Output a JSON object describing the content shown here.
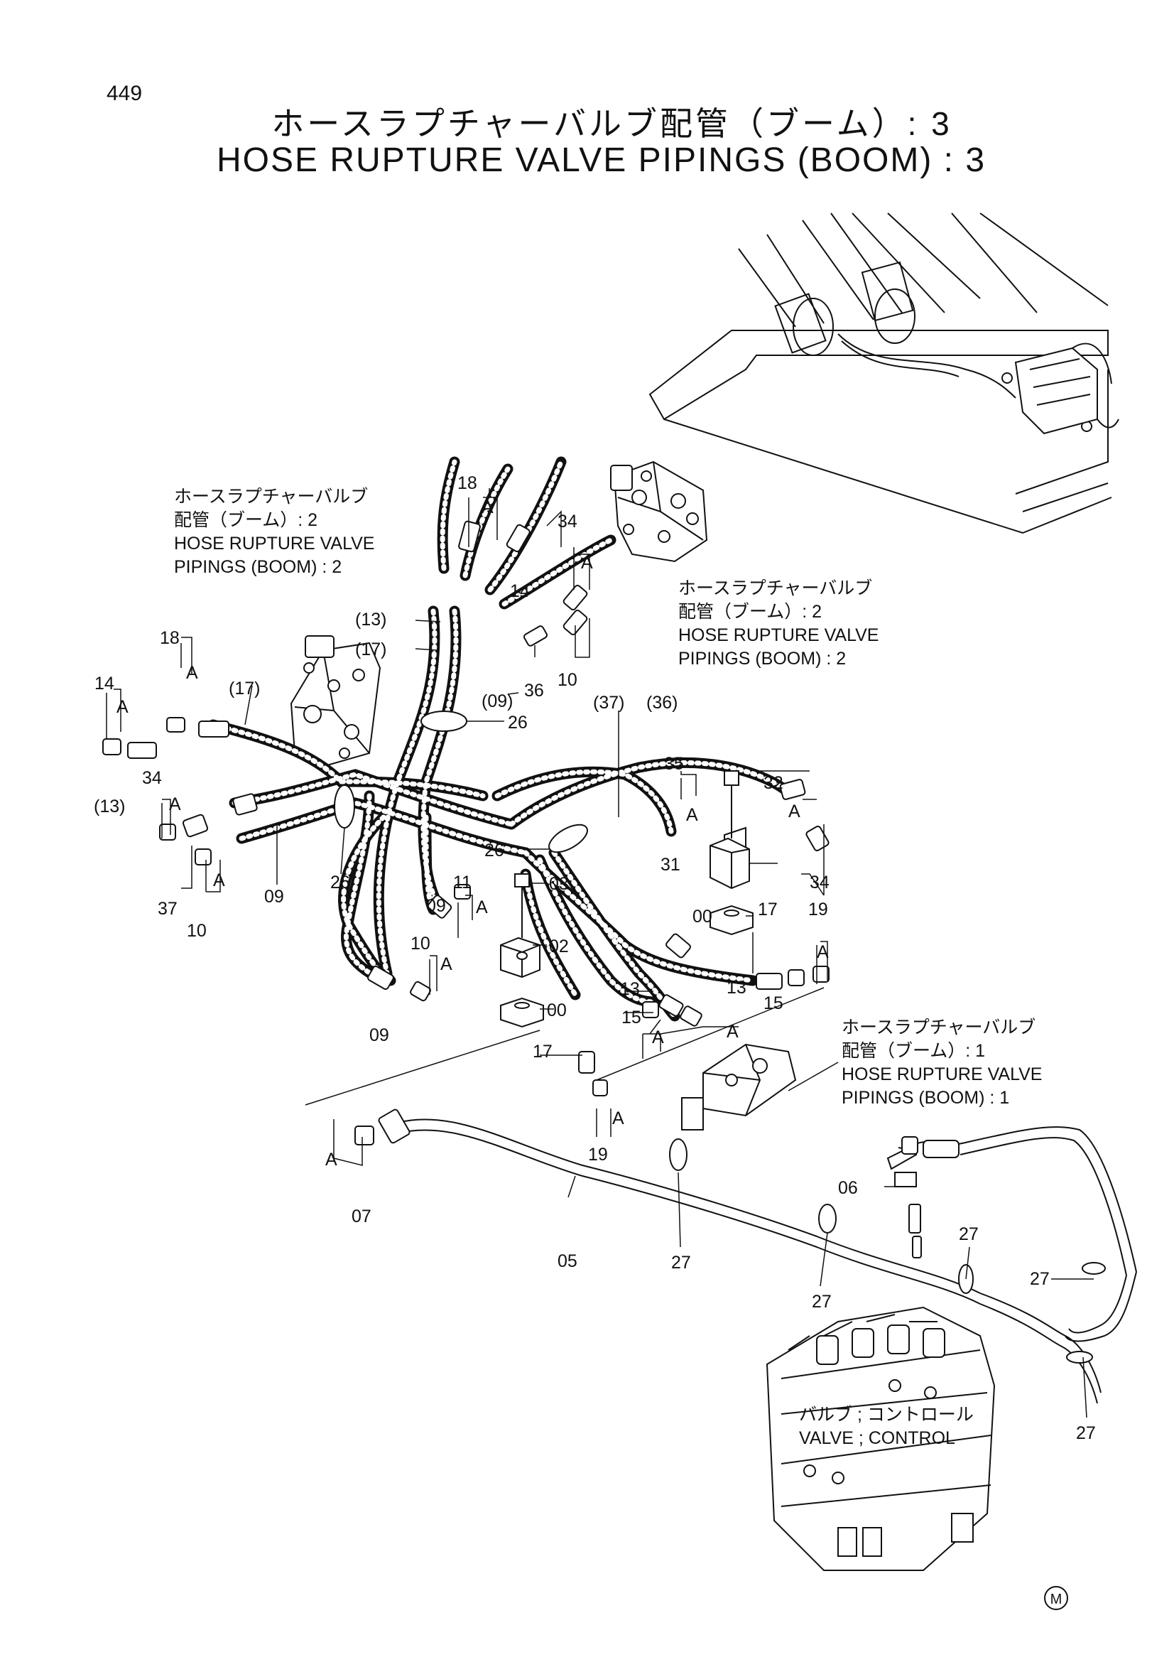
{
  "page_number": "449",
  "title": {
    "jp": "ホースラプチャーバルブ配管（ブーム）: 3",
    "en": "HOSE RUPTURE VALVE PIPINGS (BOOM) : 3"
  },
  "references": [
    {
      "id": "ref-boom-2-left",
      "jp": "ホースラプチャーバルブ",
      "jp2": "配管（ブーム）: 2",
      "en": "HOSE RUPTURE VALVE",
      "en2": "PIPINGS (BOOM) : 2"
    },
    {
      "id": "ref-boom-2-right",
      "jp": "ホースラプチャーバルブ",
      "jp2": "配管（ブーム）: 2",
      "en": "HOSE RUPTURE VALVE",
      "en2": "PIPINGS (BOOM) : 2"
    },
    {
      "id": "ref-boom-1",
      "jp": "ホースラプチャーバルブ",
      "jp2": "配管（ブーム）: 1",
      "en": "HOSE RUPTURE VALVE",
      "en2": "PIPINGS (BOOM) : 1"
    },
    {
      "id": "ref-control-valve",
      "jp": "バルブ ; コントロール",
      "en": "VALVE ; CONTROL"
    }
  ],
  "callouts": [
    "18",
    "A",
    "14",
    "34",
    "A",
    "(13)",
    "(17)",
    "36",
    "(09)",
    "10",
    "26",
    "18",
    "A",
    "(17)",
    "14",
    "A",
    "(13)",
    "34",
    "A",
    "37",
    "10",
    "A",
    "09",
    "26",
    "(37)",
    "(36)",
    "35",
    "A",
    "32",
    "A",
    "34",
    "31",
    "00",
    "09",
    "11",
    "A",
    "03",
    "02",
    "26",
    "10",
    "A",
    "00",
    "09",
    "17",
    "19",
    "A",
    "13",
    "13",
    "15",
    "A",
    "15",
    "A",
    "17",
    "19",
    "A",
    "A",
    "07",
    "05",
    "27",
    "06",
    "27",
    "27",
    "27",
    "27"
  ],
  "mark": "M"
}
